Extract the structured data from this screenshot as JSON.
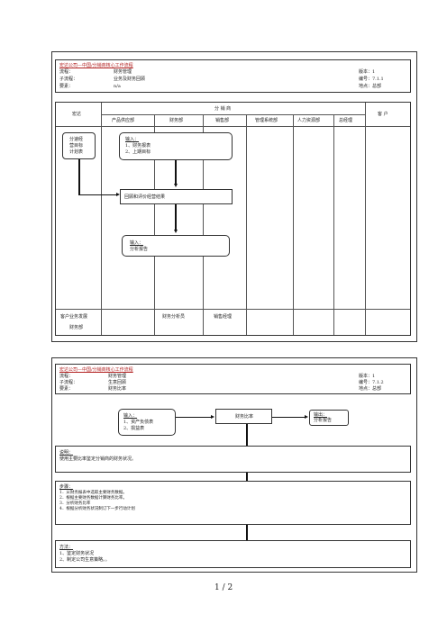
{
  "page1": {
    "header": {
      "title": "宏达公司—中国/分销商核心工作流程",
      "process_label": "流程：",
      "process_value": "财务管理",
      "subprocess_label": "子流程：",
      "subprocess_value": "业务及财务回顾",
      "element_label": "要素：",
      "element_value": "n/a",
      "version": "版本：1",
      "number": "编号：7.1.1",
      "location": "地点：总部"
    },
    "table": {
      "col_hongda": "宏达",
      "group_label": "分  销  商",
      "col_customer": "客  户",
      "columns": [
        "产品供应部",
        "财务部",
        "销售部",
        "管理系统部",
        "人力资源部",
        "总经理"
      ]
    },
    "flow": {
      "box_left": [
        "分速经",
        "营目标",
        "计划表"
      ],
      "box_input1_title": "输入：",
      "box_input1_lines": [
        "1、财务报表",
        "2、上期目标"
      ],
      "box_review": "回顾和评价经营结果",
      "box_input2_title": "输入：",
      "box_input2_line": "分析报告"
    },
    "footer": {
      "left1": "客户业务发展",
      "left2": "财务部",
      "mid1": "财务分析员",
      "mid2": "销售经理"
    }
  },
  "page2": {
    "header": {
      "title": "宏达公司—中国/分销商核心工作流程",
      "process_label": "流程：",
      "process_value": "财务管理",
      "subprocess_label": "子流程：",
      "subprocess_value": "生意回顾",
      "element_label": "要素：",
      "element_value": "财务比率",
      "version": "版本：1",
      "number": "编号：7.1.2",
      "location": "地点：总部"
    },
    "flow": {
      "input_title": "输入：",
      "input_lines": [
        "1、资产负债表",
        "2、损益表"
      ],
      "center": "财务比率",
      "output_title": "输出：",
      "output_line": "分析报告"
    },
    "description": {
      "title": "说明：",
      "text": "使用主要比率鉴定分销商的财务状况。"
    },
    "steps": {
      "title": "步骤：",
      "lines": [
        "1．从财务报表中选取主要财务数据。",
        "2．根据主要财务数据计算财务比率。",
        "3．分析财务比率",
        "4．根据分析财务状况制订下一步行动计划"
      ]
    },
    "method": {
      "title": "方法：",
      "lines": [
        "1、鉴定财务状况",
        "2、制定公司生意策略。。"
      ]
    }
  },
  "page_number": "1 / 2"
}
